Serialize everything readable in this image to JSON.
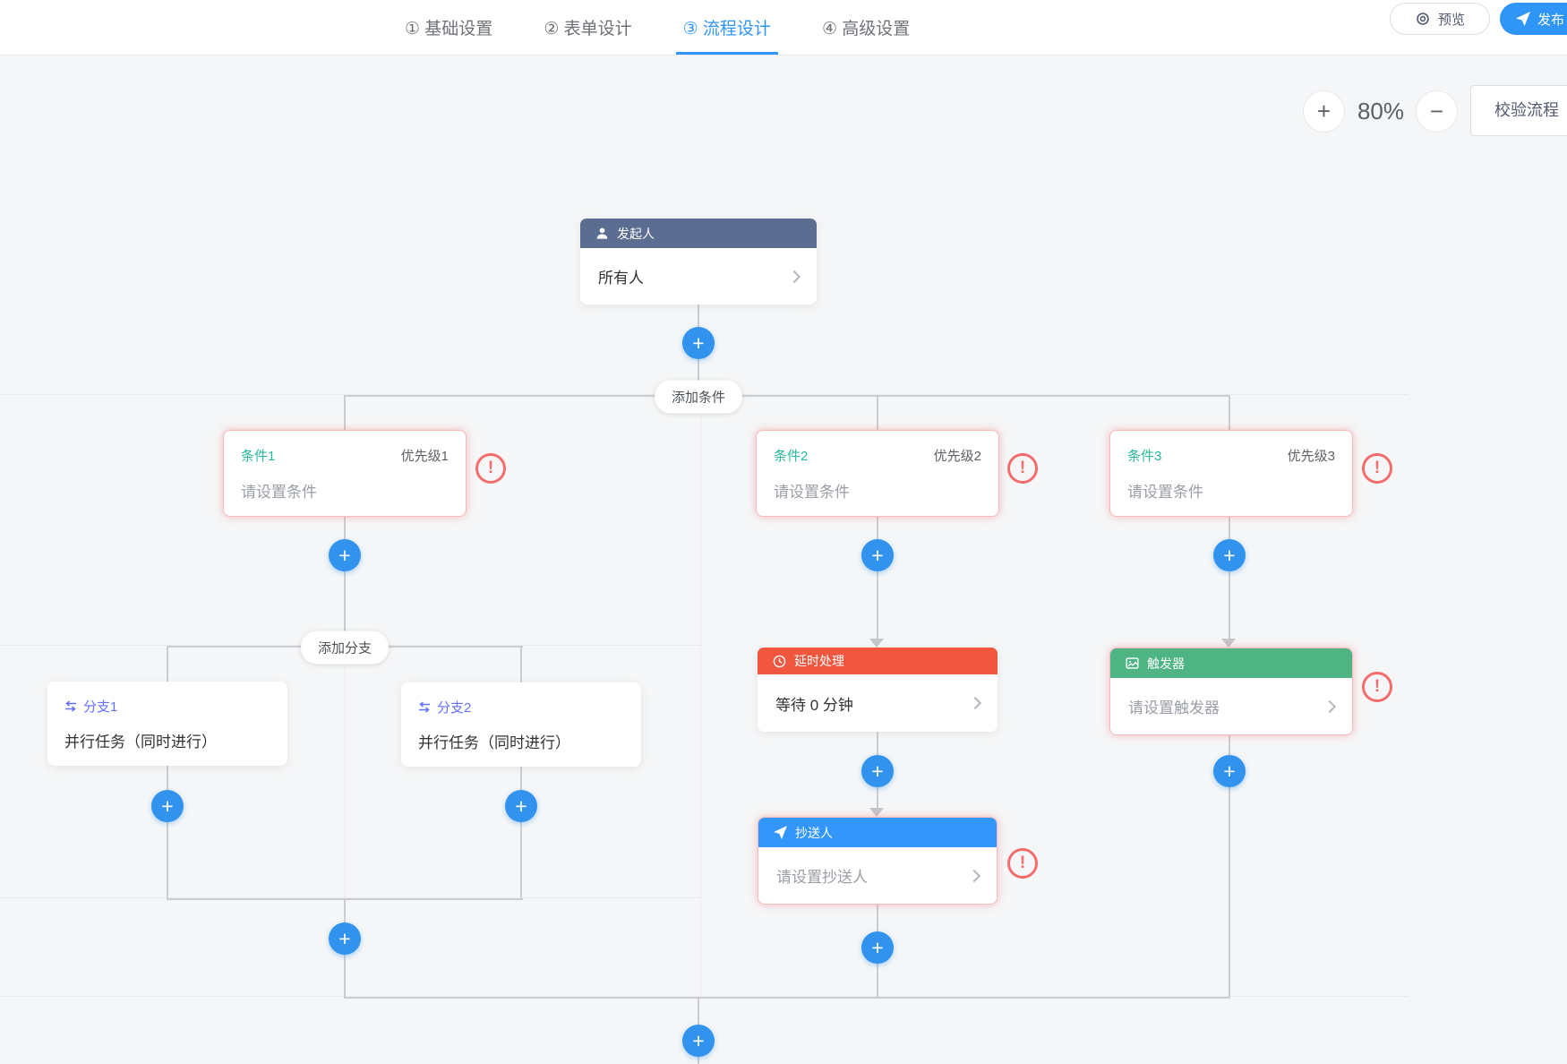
{
  "header": {
    "tabs": [
      {
        "label": "① 基础设置"
      },
      {
        "label": "② 表单设计"
      },
      {
        "label": "③ 流程设计"
      },
      {
        "label": "④ 高级设置"
      }
    ],
    "preview_label": "预览",
    "publish_label": "发布"
  },
  "toolbar": {
    "zoom_in": "+",
    "zoom_percent": "80%",
    "zoom_out": "−",
    "validate_label": "校验流程"
  },
  "canvas": {
    "plus_glyph": "+",
    "warning_glyph": "!",
    "add_condition_label": "添加条件",
    "add_branch_label": "添加分支",
    "start_node": {
      "title": "发起人",
      "content": "所有人"
    },
    "conditions": [
      {
        "title": "条件1",
        "priority": "优先级1",
        "content": "请设置条件"
      },
      {
        "title": "条件2",
        "priority": "优先级2",
        "content": "请设置条件"
      },
      {
        "title": "条件3",
        "priority": "优先级3",
        "content": "请设置条件"
      }
    ],
    "branches": [
      {
        "title": "分支1",
        "content": "并行任务（同时进行）"
      },
      {
        "title": "分支2",
        "content": "并行任务（同时进行）"
      }
    ],
    "delay_node": {
      "title": "延时处理",
      "content": "等待 0 分钟"
    },
    "cc_node": {
      "title": "抄送人",
      "content": "请设置抄送人"
    },
    "trigger_node": {
      "title": "触发器",
      "content": "请设置触发器"
    }
  },
  "colors": {
    "primary": "#2f95f7",
    "plus_button": "#3193ee",
    "start_header": "#5c6d92",
    "delay_header": "#f1573f",
    "cc_header": "#3296fa",
    "trigger_header": "#4eb483",
    "error": "#f56c6c",
    "condition_title": "#28b89d",
    "branch_title": "#6470fa",
    "connector": "#cbcdd1",
    "canvas_bg": "#f5f6f7"
  }
}
